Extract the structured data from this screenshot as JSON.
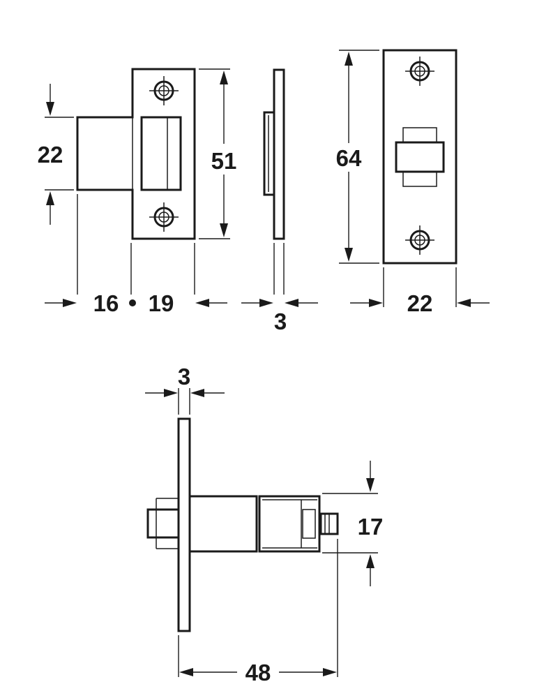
{
  "drawing": {
    "strike_plate": {
      "tongue_height": "22",
      "plate_height": "51",
      "tongue_depth": "16",
      "plate_width": "19"
    },
    "side_view": {
      "thickness": "3"
    },
    "front_plate": {
      "height": "64",
      "width": "22"
    },
    "latch_body": {
      "plate_thickness": "3",
      "body_diameter": "17",
      "length": "48"
    }
  }
}
